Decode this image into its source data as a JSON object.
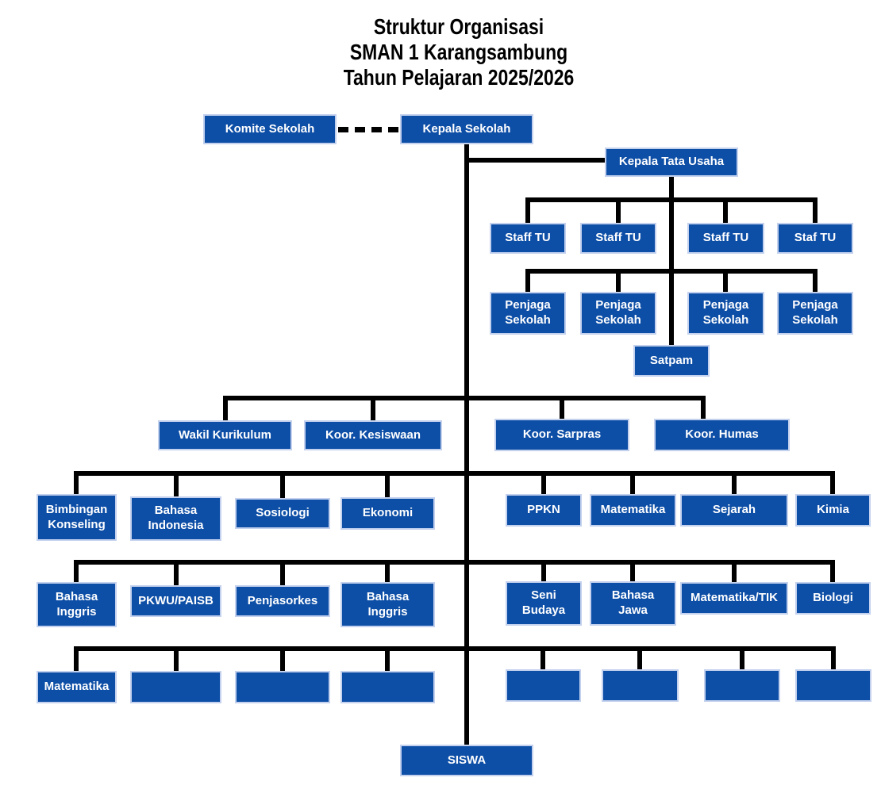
{
  "title": {
    "line1": "Struktur Organisasi",
    "line2": "SMAN 1 Karangsambung",
    "line3": "Tahun Pelajaran 2025/2026"
  },
  "org": {
    "komite": "Komite Sekolah",
    "kepala_sekolah": "Kepala Sekolah",
    "kepala_tata_usaha": "Kepala Tata Usaha",
    "staff_tu": [
      "Staff TU",
      "Staff TU",
      "Staff TU",
      "Staf TU"
    ],
    "penjaga_sekolah": [
      "Penjaga\nSekolah",
      "Penjaga\nSekolah",
      "Penjaga\nSekolah",
      "Penjaga\nSekolah"
    ],
    "satpam": "Satpam",
    "koordinator": [
      "Wakil Kurikulum",
      "Koor. Kesiswaan",
      "Koor. Sarpras",
      "Koor. Humas"
    ],
    "guru_row1": [
      "Bimbingan\nKonseling",
      "Bahasa\nIndonesia",
      "Sosiologi",
      "Ekonomi",
      "PPKN",
      "Matematika",
      "Sejarah",
      "Kimia"
    ],
    "guru_row2": [
      "Bahasa\nInggris",
      "PKWU/PAISB",
      "Penjasorkes",
      "Bahasa\nInggris",
      "Seni\nBudaya",
      "Bahasa\nJawa",
      "Matematika/TIK",
      "Biologi"
    ],
    "guru_row3": [
      "Matematika",
      "",
      "",
      "",
      "",
      "",
      "",
      ""
    ],
    "siswa": "SISWA"
  },
  "colors": {
    "box_fill": "#0d4ea6",
    "box_border": "#c3d1ee",
    "box_text": "#ffffff",
    "line": "#000000",
    "title_text": "#000000"
  }
}
